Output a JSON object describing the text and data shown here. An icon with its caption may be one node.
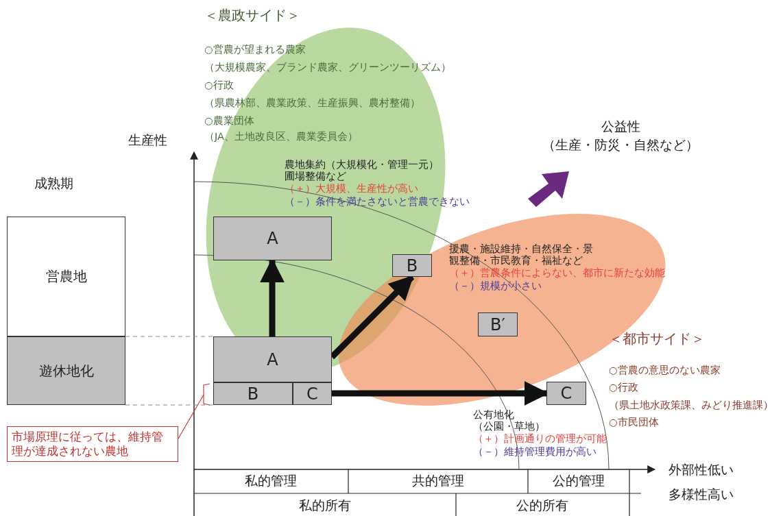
{
  "diagram": {
    "nodes": [
      {
        "text": [
          "営農地"
        ]
      },
      {
        "text": [
          "遊休地化"
        ]
      },
      {
        "text": [
          "A"
        ],
        "beside": [
          "農地集約（大規模化・管理一元）圃場整備など",
          "（＋）大規模、生産性が高い",
          "（－）条件を満たさないと営農できない"
        ]
      },
      {
        "text": [
          "B"
        ],
        "beside": [
          "援農・施設維持・自然保全・景観整備・市民教育・福祉など",
          "（＋）営農条件によらない、都市に新たな効能",
          "（－）規模が小さい"
        ]
      },
      {
        "text": [
          "B′"
        ]
      },
      {
        "text": [
          "C"
        ],
        "beside": [
          "公有地化",
          "（公園・草地）",
          "（＋）計画通りの管理が可能",
          "（－）維持管理費用が高い"
        ]
      },
      {
        "text": [
          "A"
        ]
      },
      {
        "text": [
          "B"
        ]
      },
      {
        "text": [
          "C"
        ]
      },
      {
        "text": [
          "市場原理に従っては、維持管理が達成されない農地"
        ]
      }
    ],
    "edges": [
      {
        "from": 6,
        "to": 2,
        "arrow": "to",
        "style": "thick"
      },
      {
        "from": 6,
        "to": 3,
        "arrow": "to",
        "style": "thick"
      },
      {
        "from": 8,
        "to": 5,
        "arrow": "to",
        "style": "thick"
      },
      {
        "from": 9,
        "to": null,
        "arrow": "none",
        "color": "#d03a3a"
      },
      {
        "from": 1,
        "to": 6,
        "arrow": "none",
        "style": "dashed",
        "color": "#888888"
      },
      {
        "from": 1,
        "to": 7,
        "arrow": "none",
        "style": "dashed",
        "color": "#888888"
      }
    ],
    "labels": [
      "＜農政サイド＞",
      "○営農が望まれる農家",
      "（大規模農家、ブランド農家、グリーンツーリズム）",
      "○行政",
      "（県農林部、農業政策、生産振興、農村整備）",
      "○農業団体",
      "公益性",
      "生産性",
      "（JA、土地改良区、農業委員会）",
      "（生産・防災・自然など）",
      "成熟期",
      "＜都市サイド＞",
      "○営農の意思のない農家",
      "○行政",
      "（県土地水政策課、みどり推進課）",
      "○市民団体",
      "外部性低い",
      "多様性高い",
      "私的管理",
      "共的管理",
      "公的管理",
      "私的所有",
      "公的所有"
    ]
  }
}
